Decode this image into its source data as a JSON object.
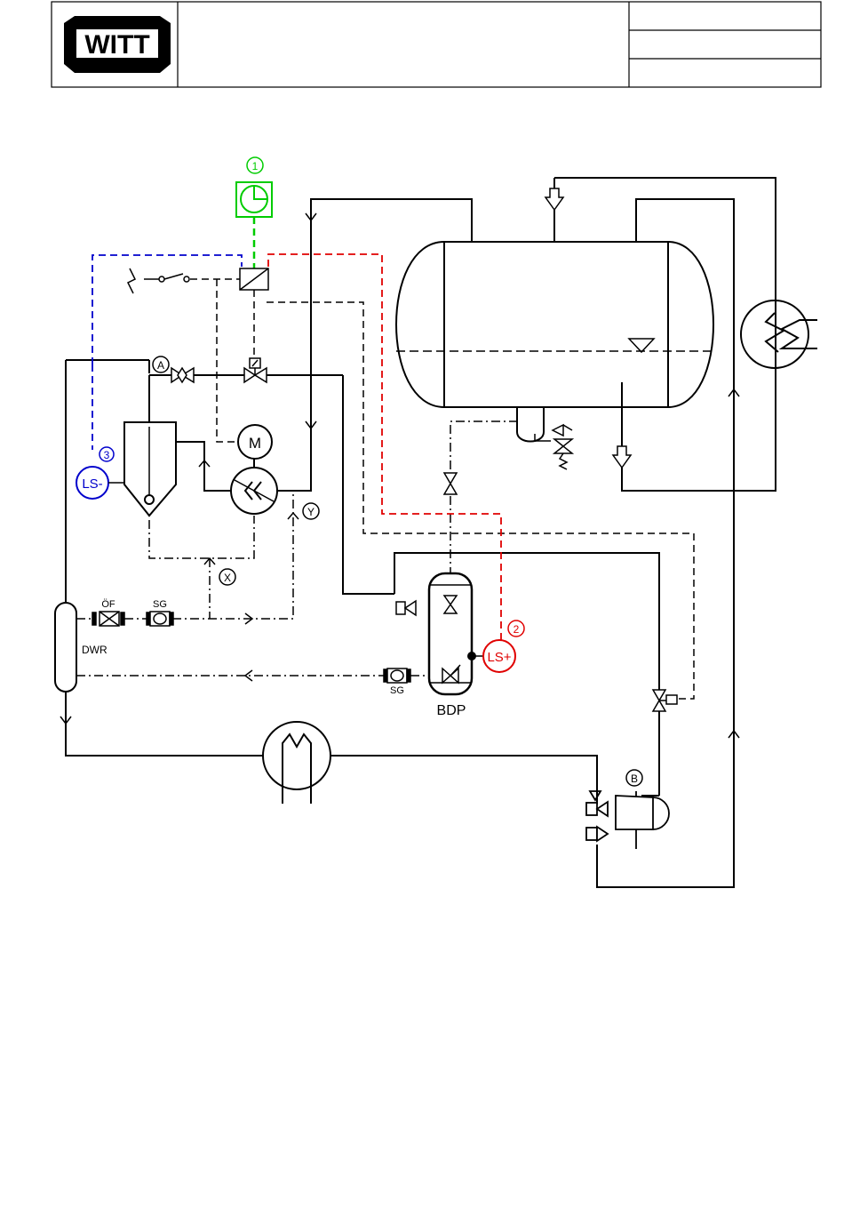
{
  "header": {
    "logo_text": "WITT",
    "title": "",
    "meta": [
      "",
      "",
      ""
    ]
  },
  "labels": {
    "tag_1": "1",
    "tag_2": "2",
    "tag_3": "3",
    "ls_plus": "LS+",
    "ls_minus": "LS-",
    "motor": "M",
    "point_a": "A",
    "point_b": "B",
    "point_x": "X",
    "point_y": "Y",
    "of": "ÖF",
    "sg_top": "SG",
    "sg_bottom": "SG",
    "dwr": "DWR",
    "bdp": "BDP"
  },
  "colors": {
    "line": "#000000",
    "controller_green": "#00cc00",
    "high_level_red": "#e00000",
    "low_level_blue": "#0000cc"
  }
}
